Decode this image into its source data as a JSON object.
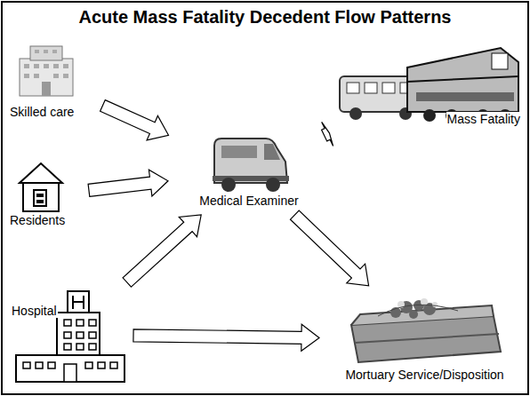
{
  "diagram": {
    "title": "Acute Mass Fatality Decedent Flow Patterns",
    "nodes": [
      {
        "text": [
          "Skilled care"
        ]
      },
      {
        "text": [
          "Mass Fatality"
        ]
      },
      {
        "text": [
          "Residents"
        ]
      },
      {
        "text": [
          "Medical Examiner"
        ]
      },
      {
        "text": [
          "Hospital"
        ]
      },
      {
        "text": [
          "Mortuary Service/Disposition"
        ]
      }
    ],
    "edges": [
      {
        "from": 0,
        "to": 3,
        "arrow": "to"
      },
      {
        "from": 1,
        "to": 3,
        "arrow": "to"
      },
      {
        "from": 2,
        "to": 3,
        "arrow": "to"
      },
      {
        "from": 4,
        "to": 3,
        "arrow": "to"
      },
      {
        "from": 3,
        "to": 5,
        "arrow": "to"
      },
      {
        "from": 4,
        "to": 5,
        "arrow": "to"
      }
    ]
  }
}
